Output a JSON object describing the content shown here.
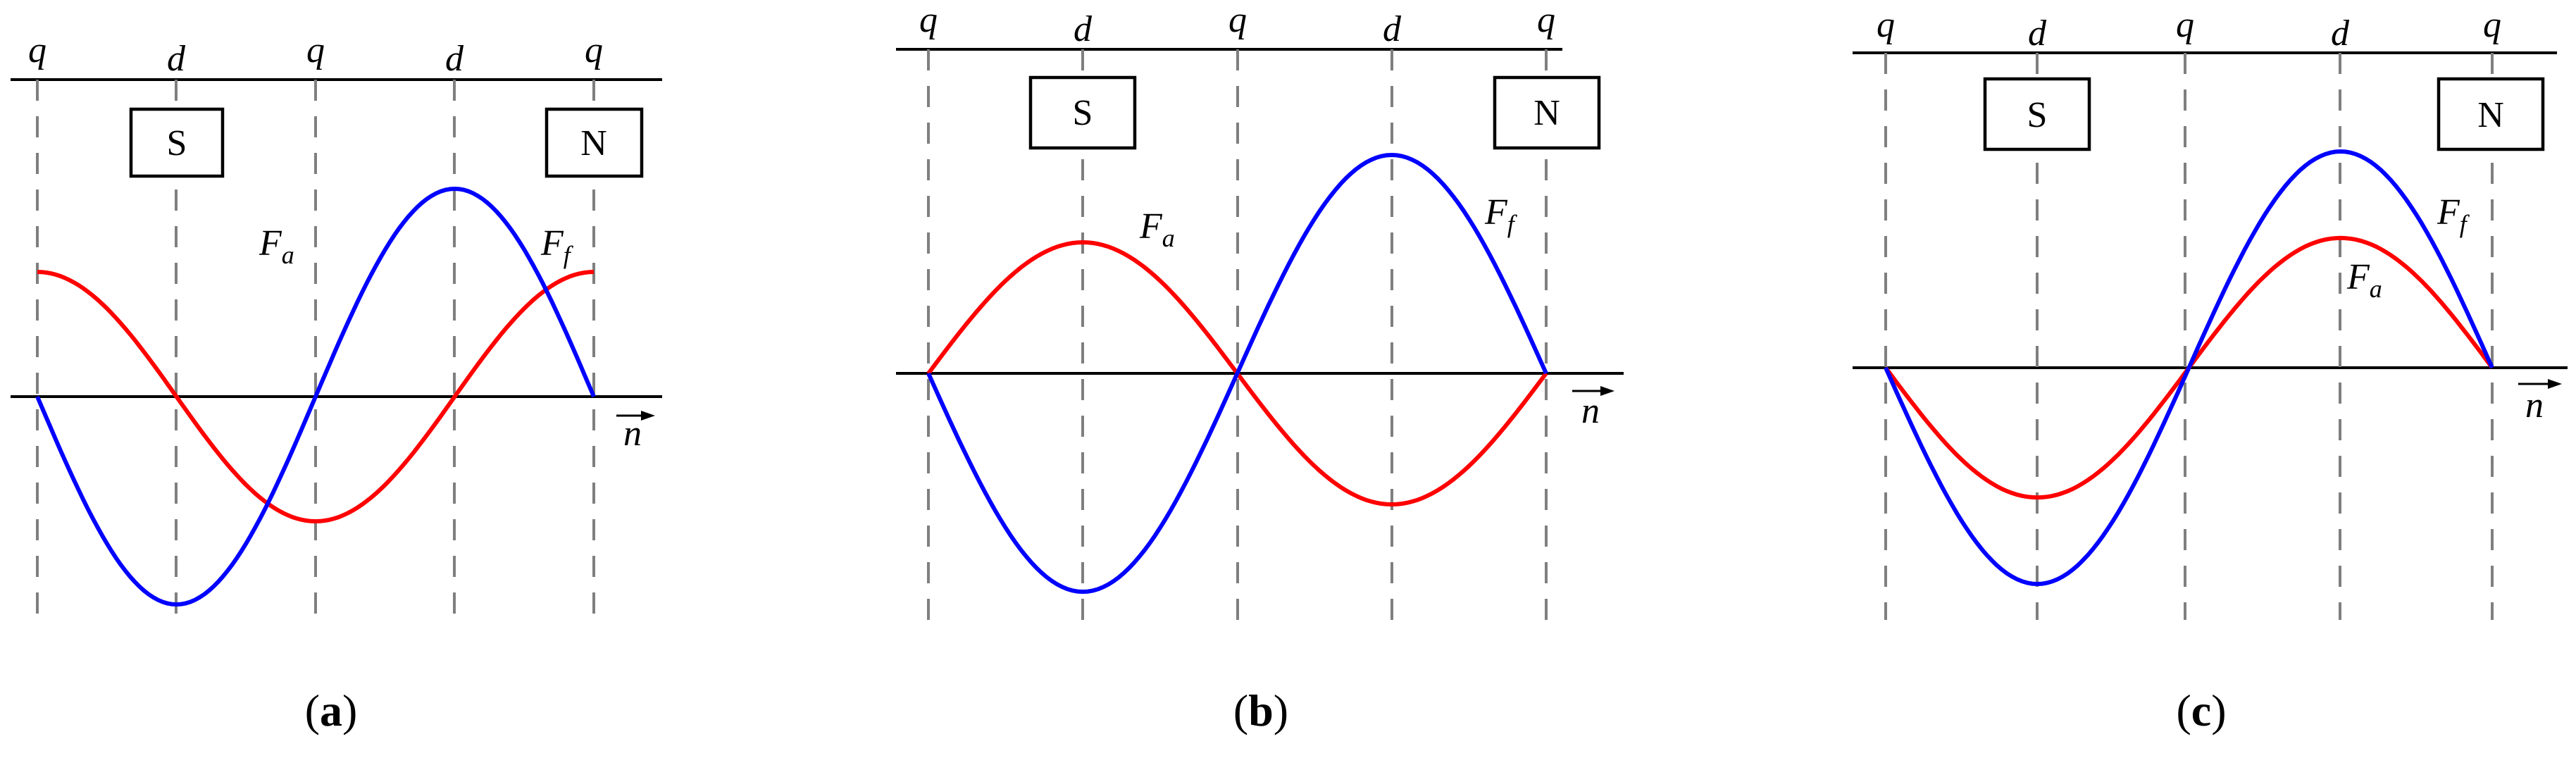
{
  "panels": [
    {
      "caption": "(a)",
      "caption_open": "(",
      "caption_letter": "a",
      "caption_close": ")",
      "tick_labels": [
        "q",
        "d",
        "q",
        "d",
        "q"
      ],
      "pole_left": "S",
      "pole_right": "N",
      "axis_arrow_label": "n",
      "curves": [
        {
          "name": "F",
          "subscript": "a",
          "color": "#ff0000",
          "type": "sine",
          "phase_shift_deg": 90,
          "rel_amplitude": 0.6
        },
        {
          "name": "F",
          "subscript": "f",
          "color": "#0000ff",
          "type": "sine",
          "phase_shift_deg": 0,
          "rel_amplitude": 1.0
        }
      ]
    },
    {
      "caption": "(b)",
      "caption_open": "(",
      "caption_letter": "b",
      "caption_close": ")",
      "tick_labels": [
        "q",
        "d",
        "q",
        "d",
        "q"
      ],
      "pole_left": "S",
      "pole_right": "N",
      "axis_arrow_label": "n",
      "curves": [
        {
          "name": "F",
          "subscript": "a",
          "color": "#ff0000",
          "type": "sine",
          "phase_shift_deg": 180,
          "rel_amplitude": 0.6
        },
        {
          "name": "F",
          "subscript": "f",
          "color": "#0000ff",
          "type": "sine",
          "phase_shift_deg": 0,
          "rel_amplitude": 1.0
        }
      ]
    },
    {
      "caption": "(c)",
      "caption_open": "(",
      "caption_letter": "c",
      "caption_close": ")",
      "tick_labels": [
        "q",
        "d",
        "q",
        "d",
        "q"
      ],
      "pole_left": "S",
      "pole_right": "N",
      "axis_arrow_label": "n",
      "curves": [
        {
          "name": "F",
          "subscript": "a",
          "color": "#ff0000",
          "type": "sine",
          "phase_shift_deg": 0,
          "rel_amplitude": 0.6
        },
        {
          "name": "F",
          "subscript": "f",
          "color": "#0000ff",
          "type": "sine",
          "phase_shift_deg": 0,
          "rel_amplitude": 1.0
        }
      ]
    }
  ]
}
